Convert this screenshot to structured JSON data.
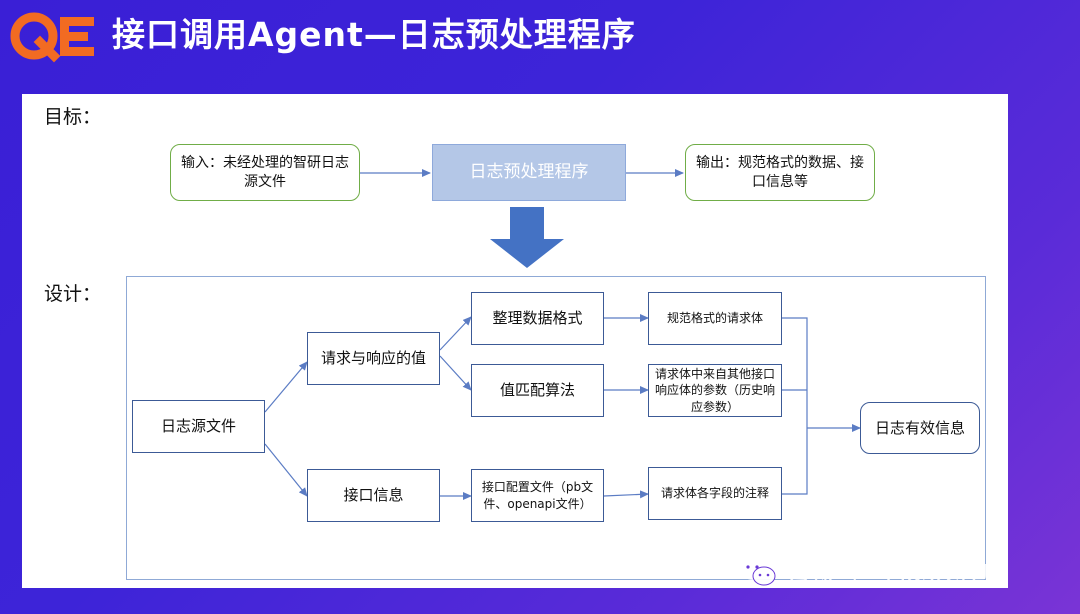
{
  "header": {
    "logo_text": "QE",
    "title": "接口调用Agent—日志预处理程序"
  },
  "goal": {
    "label": "目标：",
    "input_text": "输入：未经处理的智研日志源文件",
    "process_text": "日志预处理程序",
    "output_text": "输出：规范格式的数据、接口信息等"
  },
  "design": {
    "label": "设计：",
    "nodes": {
      "source": "日志源文件",
      "req_resp": "请求与响应的值",
      "api_info": "接口信息",
      "format_data": "整理数据格式",
      "value_match": "值匹配算法",
      "api_config": "接口配置文件（pb文件、openapi文件）",
      "std_body": "规范格式的请求体",
      "params": "请求体中来自其他接口响应体的参数（历史响应参数）",
      "annotations": "请求体各字段的注释",
      "valid_info": "日志有效信息"
    }
  },
  "watermark": {
    "text": "公众号 · MasterLU"
  },
  "colors": {
    "background": "#3a1fd6",
    "logo": "#f26b22",
    "green_border": "#70ad47",
    "process_fill": "#b4c7e7",
    "arrow_fill": "#4472c4",
    "line": "#5b7cc4"
  }
}
